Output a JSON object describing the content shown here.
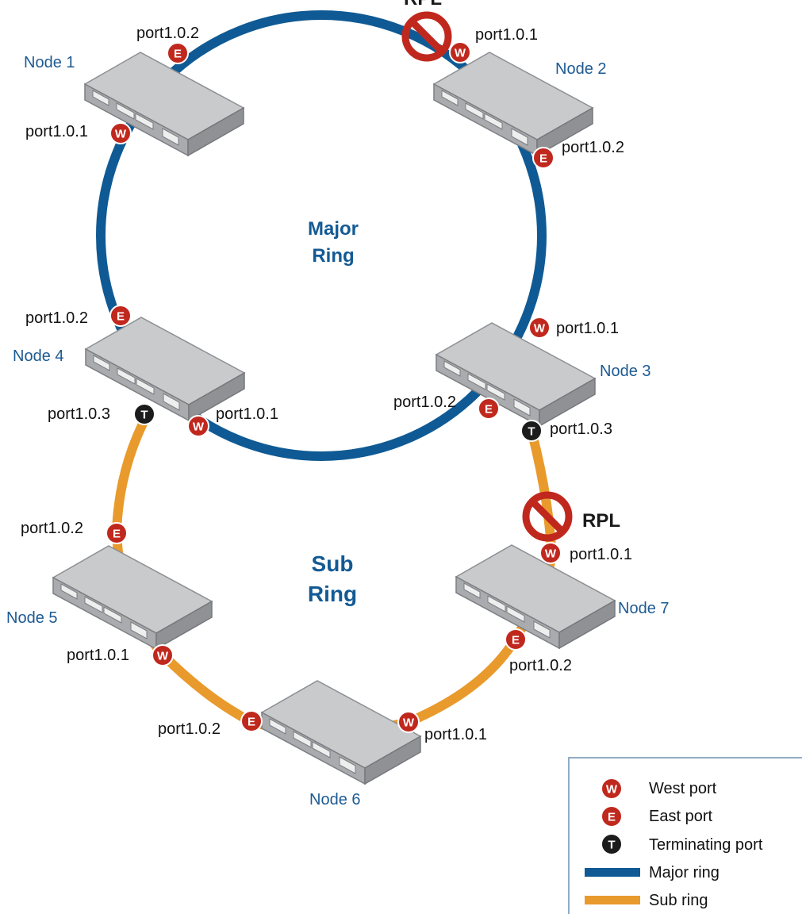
{
  "colors": {
    "major_ring": "#0f5a94",
    "sub_ring": "#e99a2c",
    "west_badge": "#c0281e",
    "east_badge": "#c0281e",
    "terminating_badge": "#1c1c1c",
    "node_label": "#1d5a92",
    "ring_label": "#135a94",
    "blocked": "#c0281e"
  },
  "rings": {
    "major": {
      "label_line1": "Major",
      "label_line2": "Ring"
    },
    "sub": {
      "label_line1": "Sub",
      "label_line2": "Ring"
    }
  },
  "rpl_label": "RPL",
  "rpl_top_label": "RPL",
  "nodes": [
    {
      "id": "node1",
      "label": "Node 1"
    },
    {
      "id": "node2",
      "label": "Node 2"
    },
    {
      "id": "node3",
      "label": "Node 3"
    },
    {
      "id": "node4",
      "label": "Node 4"
    },
    {
      "id": "node5",
      "label": "Node 5"
    },
    {
      "id": "node6",
      "label": "Node 6"
    },
    {
      "id": "node7",
      "label": "Node 7"
    }
  ],
  "ports": {
    "node1_east": {
      "badge": "E",
      "label": "port1.0.2"
    },
    "node1_west": {
      "badge": "W",
      "label": "port1.0.1"
    },
    "node2_west": {
      "badge": "W",
      "label": "port1.0.1"
    },
    "node2_east": {
      "badge": "E",
      "label": "port1.0.2"
    },
    "node3_west": {
      "badge": "W",
      "label": "port1.0.1"
    },
    "node3_east": {
      "badge": "E",
      "label": "port1.0.2"
    },
    "node3_term": {
      "badge": "T",
      "label": "port1.0.3"
    },
    "node4_east": {
      "badge": "E",
      "label": "port1.0.2"
    },
    "node4_term": {
      "badge": "T",
      "label": "port1.0.3"
    },
    "node4_west": {
      "badge": "W",
      "label": "port1.0.1"
    },
    "node5_east": {
      "badge": "E",
      "label": "port1.0.2"
    },
    "node5_west": {
      "badge": "W",
      "label": "port1.0.1"
    },
    "node6_east": {
      "badge": "E",
      "label": "port1.0.2"
    },
    "node6_west": {
      "badge": "W",
      "label": "port1.0.1"
    },
    "node7_west": {
      "badge": "W",
      "label": "port1.0.1"
    },
    "node7_east": {
      "badge": "E",
      "label": "port1.0.2"
    }
  },
  "legend": {
    "west": {
      "badge": "W",
      "label": "West port"
    },
    "east": {
      "badge": "E",
      "label": "East port"
    },
    "terminating": {
      "badge": "T",
      "label": "Terminating port"
    },
    "major": {
      "label": "Major ring"
    },
    "sub": {
      "label": "Sub ring"
    }
  }
}
